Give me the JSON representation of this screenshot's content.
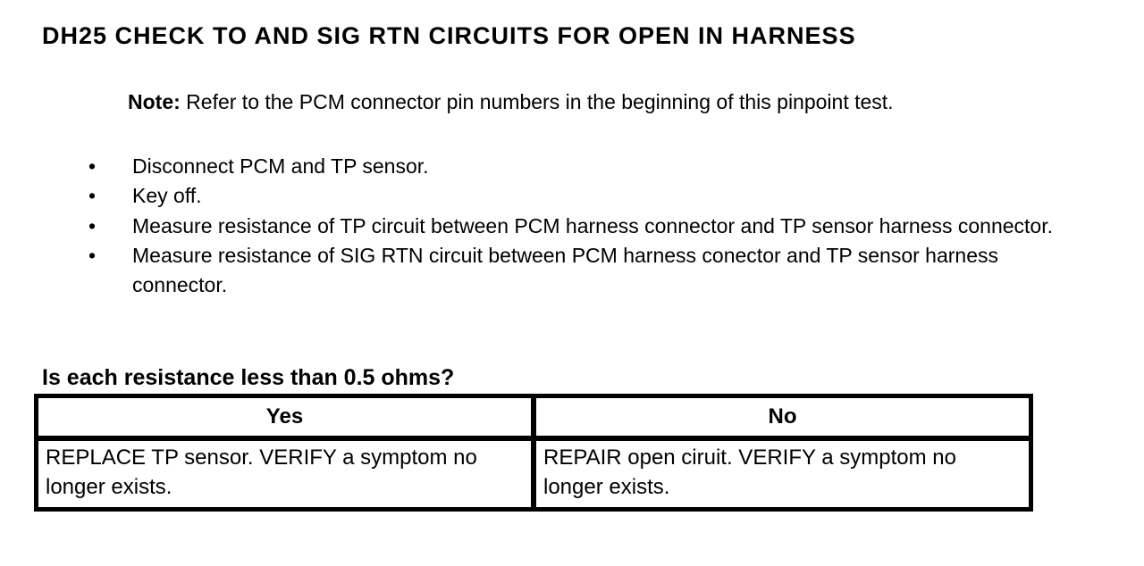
{
  "page": {
    "title": "DH25 CHECK TO AND SIG RTN CIRCUITS FOR OPEN IN HARNESS",
    "note": {
      "label": "Note:",
      "text": "Refer to the PCM connector pin numbers in the beginning of this pinpoint test."
    },
    "bullet_glyph": "•",
    "steps": [
      "Disconnect PCM and TP sensor.",
      "Key off.",
      "Measure resistance of TP circuit between PCM harness connector and TP sensor harness connector.",
      "Measure resistance of SIG RTN circuit between PCM harness conector and TP sensor harness connector."
    ],
    "question": "Is each resistance less than 0.5 ohms?",
    "decision_table": {
      "headers": [
        "Yes",
        "No"
      ],
      "actions": [
        "REPLACE TP sensor. VERIFY a symptom no longer exists.",
        "REPAIR open ciruit. VERIFY a symptom no longer exists."
      ]
    },
    "colors": {
      "text": "#000000",
      "background": "#ffffff"
    }
  }
}
